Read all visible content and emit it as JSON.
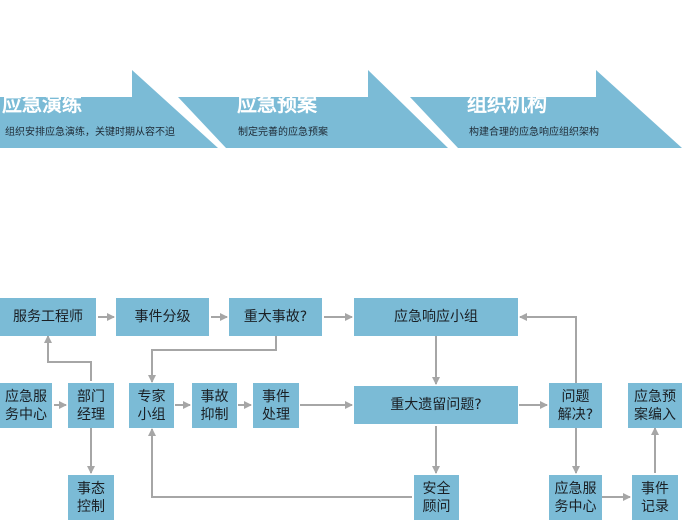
{
  "banners": [
    {
      "title": "应急演练",
      "subtitle": "组织安排应急演练，关键时期从容不迫"
    },
    {
      "title": "应急预案",
      "subtitle": "制定完善的应急预案"
    },
    {
      "title": "组织机构",
      "subtitle": "构建合理的应急响应组织架构"
    }
  ],
  "flowchart": {
    "nodes": {
      "service_engineer": "服务工程师",
      "event_grading": "事件分级",
      "major_incident": "重大事故?",
      "response_team": "应急响应小组",
      "emergency_center": "应急服\n务中心",
      "department_manager": "部门\n经理",
      "expert_group": "专家\n小组",
      "incident_suppression": "事故\n抑制",
      "event_handling": "事件\n处理",
      "major_remaining_issue": "重大遗留问题?",
      "problem_solved": "问题\n解决?",
      "plan_compilation": "应急预\n案编入",
      "situation_control": "事态\n控制",
      "security_advisor": "安全\n顾问",
      "emergency_center_2": "应急服\n务中心",
      "event_record": "事件\n记录"
    },
    "colors": {
      "node_fill": "#7bbbd6",
      "arrow": "#a6a6a6",
      "banner_fill": "#7bbbd6"
    }
  }
}
